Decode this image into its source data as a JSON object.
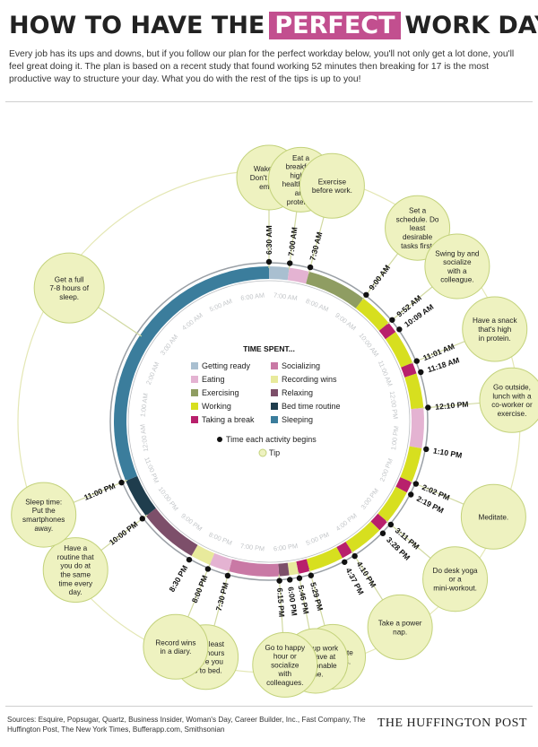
{
  "header": {
    "title_before": "HOW TO HAVE THE",
    "title_highlight": "PERFECT",
    "title_after": "WORK DAY",
    "intro": "Every job has its ups and downs, but if you follow our plan for the perfect workday below, you'll not only get a lot done, you'll feel great doing it. The plan is based on a recent study that found working 52 minutes then breaking for 17 is the most productive way to structure your day. What you do with the rest of the tips is up to you!"
  },
  "colors": {
    "highlight": "#c24f8f",
    "Getting ready": "#a9bfd0",
    "Eating": "#e4b3d2",
    "Exercising": "#8f9d62",
    "Working": "#d7df1f",
    "Taking a break": "#b8206c",
    "Socializing": "#c979a5",
    "Recording wins": "#e8ea9c",
    "Relaxing": "#7d4f6a",
    "Bed time routine": "#1f3d4d",
    "Sleeping": "#3b7d9c",
    "tip_fill": "#eef2c0",
    "tip_stroke": "#c3d27b"
  },
  "legend": {
    "title": "TIME SPENT...",
    "items": [
      "Getting ready",
      "Socializing",
      "Eating",
      "Recording wins",
      "Exercising",
      "Relaxing",
      "Working",
      "Bed time routine",
      "Taking a break",
      "Sleeping"
    ],
    "marker_label": "Time each activity begins",
    "tip_label": "Tip"
  },
  "clock_hours": [
    "12:00 AM",
    "1:00 AM",
    "2:00 AM",
    "3:00 AM",
    "4:00 AM",
    "5:00 AM",
    "6:00 AM",
    "7:00 AM",
    "8:00 AM",
    "9:00 AM",
    "10:00 AM",
    "11:00 AM",
    "12:00 PM",
    "1:00 PM",
    "2:00 PM",
    "3:00 PM",
    "4:00 PM",
    "5:00 PM",
    "6:00 PM",
    "7:00 PM",
    "8:00 PM",
    "9:00 PM",
    "10:00 PM",
    "11:00 PM"
  ],
  "segments": [
    {
      "start": "6:30",
      "end": "7:00",
      "activity": "Getting ready"
    },
    {
      "start": "7:00",
      "end": "7:30",
      "activity": "Eating"
    },
    {
      "start": "7:30",
      "end": "9:00",
      "activity": "Exercising"
    },
    {
      "start": "9:00",
      "end": "9:52",
      "activity": "Working"
    },
    {
      "start": "9:52",
      "end": "10:09",
      "activity": "Taking a break"
    },
    {
      "start": "10:09",
      "end": "11:01",
      "activity": "Working"
    },
    {
      "start": "11:01",
      "end": "11:18",
      "activity": "Taking a break"
    },
    {
      "start": "11:18",
      "end": "12:10",
      "activity": "Working"
    },
    {
      "start": "12:10",
      "end": "13:10",
      "activity": "Eating"
    },
    {
      "start": "13:10",
      "end": "14:02",
      "activity": "Working"
    },
    {
      "start": "14:02",
      "end": "14:19",
      "activity": "Taking a break"
    },
    {
      "start": "14:19",
      "end": "15:11",
      "activity": "Working"
    },
    {
      "start": "15:11",
      "end": "15:28",
      "activity": "Taking a break"
    },
    {
      "start": "15:28",
      "end": "16:20",
      "activity": "Working"
    },
    {
      "start": "16:20",
      "end": "16:37",
      "activity": "Taking a break"
    },
    {
      "start": "16:37",
      "end": "17:29",
      "activity": "Working"
    },
    {
      "start": "17:29",
      "end": "17:46",
      "activity": "Taking a break"
    },
    {
      "start": "17:46",
      "end": "18:00",
      "activity": "Recording wins"
    },
    {
      "start": "18:00",
      "end": "18:15",
      "activity": "Relaxing"
    },
    {
      "start": "18:15",
      "end": "19:30",
      "activity": "Socializing"
    },
    {
      "start": "19:30",
      "end": "20:00",
      "activity": "Eating"
    },
    {
      "start": "20:00",
      "end": "20:30",
      "activity": "Recording wins"
    },
    {
      "start": "20:30",
      "end": "22:00",
      "activity": "Relaxing"
    },
    {
      "start": "22:00",
      "end": "23:00",
      "activity": "Bed time routine"
    },
    {
      "start": "23:00",
      "end": "30:30",
      "activity": "Sleeping"
    }
  ],
  "times": [
    {
      "label": "6:30 AM",
      "t": "6:30"
    },
    {
      "label": "7:00 AM",
      "t": "7:00"
    },
    {
      "label": "7:30 AM",
      "t": "7:30"
    },
    {
      "label": "9:00 AM",
      "t": "9:00"
    },
    {
      "label": "9:52 AM",
      "t": "9:52"
    },
    {
      "label": "10:09 AM",
      "t": "10:09"
    },
    {
      "label": "11:01 AM",
      "t": "11:01"
    },
    {
      "label": "11:18 AM",
      "t": "11:18"
    },
    {
      "label": "12:10 PM",
      "t": "12:10"
    },
    {
      "label": "1:10 PM",
      "t": "13:10"
    },
    {
      "label": "2:02 PM",
      "t": "14:02"
    },
    {
      "label": "2:19 PM",
      "t": "14:19"
    },
    {
      "label": "3:11 PM",
      "t": "15:11"
    },
    {
      "label": "3:28 PM",
      "t": "15:28"
    },
    {
      "label": "4:10 PM",
      "t": "16:20"
    },
    {
      "label": "4:37 PM",
      "t": "16:37"
    },
    {
      "label": "5:29 PM",
      "t": "17:29"
    },
    {
      "label": "5:46 PM",
      "t": "17:46"
    },
    {
      "label": "6:00 PM",
      "t": "18:00"
    },
    {
      "label": "6:15 PM",
      "t": "18:15"
    },
    {
      "label": "7:30 PM",
      "t": "19:30"
    },
    {
      "label": "8:00 PM",
      "t": "20:00"
    },
    {
      "label": "8:30 PM",
      "t": "20:30"
    },
    {
      "label": "10:00 PM",
      "t": "22:00"
    },
    {
      "label": "11:00 PM",
      "t": "23:00"
    }
  ],
  "tips": [
    {
      "t": "6:30",
      "text": "Wake up! Don't check email."
    },
    {
      "t": "7:00",
      "text": "Eat a breakfast high in healthy fats and proteins."
    },
    {
      "t": "7:30",
      "text": "Exercise before work."
    },
    {
      "t": "9:00",
      "text": "Set a schedule. Do least desirable tasks first."
    },
    {
      "t": "9:52",
      "text": "Swing by and socialize with a colleague."
    },
    {
      "t": "11:01",
      "text": "Have a snack that's high in protein."
    },
    {
      "t": "12:10",
      "text": "Go outside, lunch with a co-worker or exercise."
    },
    {
      "t": "14:02",
      "text": "Meditate."
    },
    {
      "t": "15:11",
      "text": "Do desk yoga or a mini-workout."
    },
    {
      "t": "16:20",
      "text": "Take a power nap."
    },
    {
      "t": "17:29",
      "text": "Look at cute cat videos."
    },
    {
      "t": "17:46",
      "text": "Wrap up work and leave at a reasonable time."
    },
    {
      "t": "18:15",
      "text": "Go to happy hour or socialize with colleagues."
    },
    {
      "t": "19:30",
      "text": "Eat at least three hours before you go to bed."
    },
    {
      "t": "20:00",
      "text": "Record wins in a diary."
    },
    {
      "t": "22:00",
      "text": "Have a routine that you do at the same time every day."
    },
    {
      "t": "23:00",
      "text": "Sleep time: Put the smartphones away."
    },
    {
      "t": "2:45",
      "text": "Get a full 7-8 hours of sleep."
    }
  ],
  "footer": {
    "sources": "Sources: Esquire, Popsugar, Quartz, Business Insider, Woman's Day, Career Builder, Inc., Fast Company, The Huffington Post, The New York Times, Bufferapp.com, Smithsonian",
    "brand": "THE HUFFINGTON POST"
  }
}
